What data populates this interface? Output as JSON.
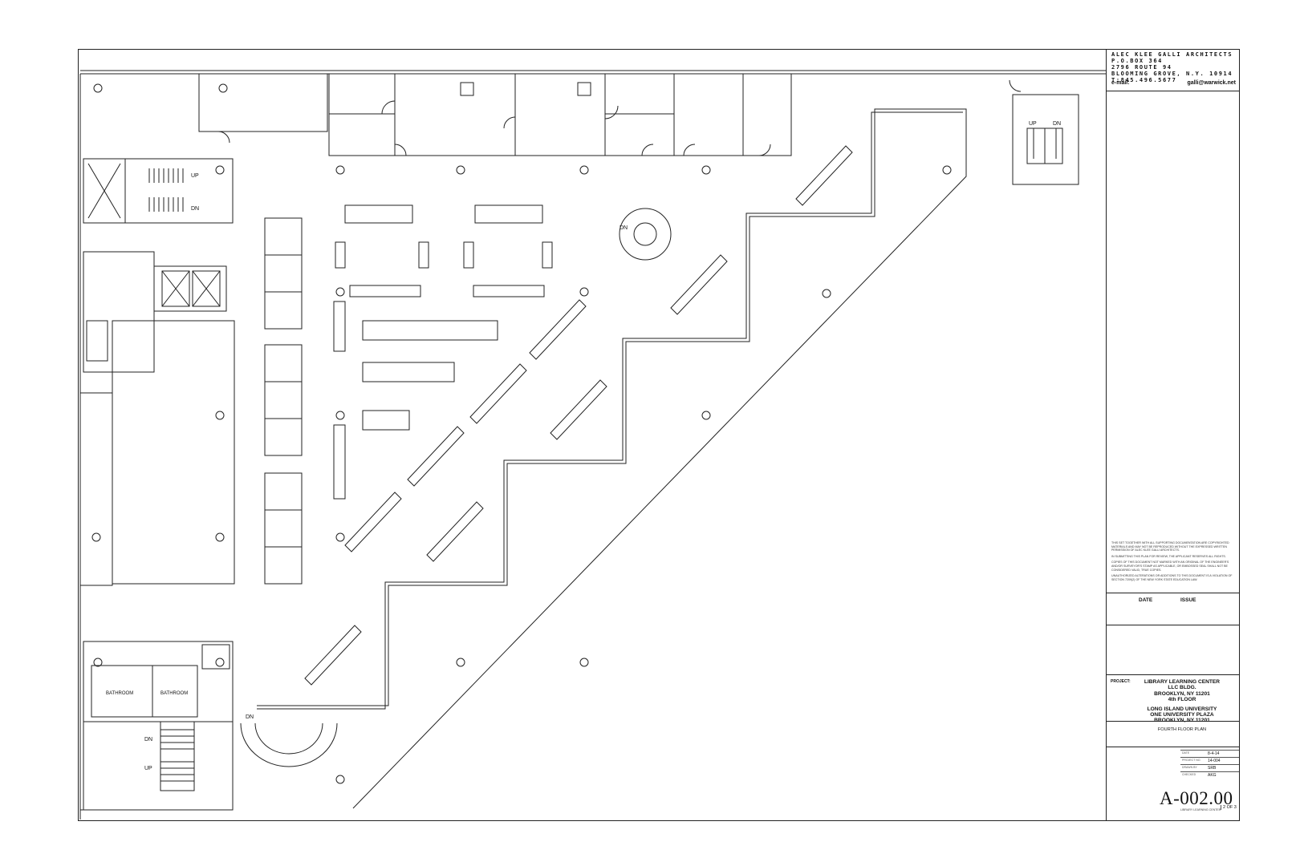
{
  "firm": {
    "name": "ALEC KLEE GALLI ARCHITECTS",
    "address": [
      "P.O.BOX 364",
      "2796 ROUTE 94",
      "BLOOMING GROVE, N.Y.   10914"
    ],
    "phone": "T:845.496.5677",
    "email_label": "e-mail:",
    "email": "galli@warwick.net"
  },
  "notes": [
    "THIS SET TOGETHER WITH ALL SUPPORTING DOCUMENTATION ARE COPYRIGHTED MATERIALS AND MAY NOT BE REPRODUCED WITHOUT THE EXPRESSED WRITTEN PERMISSION OF ALEC KLEE GALLI ARCHITECTS.",
    "IN SUBMITTING THIS PLAN FOR REVIEW, THE APPLICANT RESERVES ALL RIGHTS.",
    "COPIES OF THIS DOCUMENT NOT MARKED WITH AN ORIGINAL OF THE ENGINEER'S AND/OR SURVEYOR'S STAMP AS APPLICABLE, OR EMBOSSED SEAL SHALL NOT BE CONSIDERED VALID, TRUE COPIES.",
    "UNAUTHORIZED ALTERATIONS OR ADDITIONS TO THIS DOCUMENT IS A VIOLATION OF SECTION 7209(2) OF THE NEW YORK STATE EDUCATION LAW."
  ],
  "revisions": {
    "date_label": "DATE",
    "issue_label": "ISSUE"
  },
  "project": {
    "label": "PROJECT:",
    "lines": [
      "LIBRARY LEARNING CENTER",
      "LLC BLDG.",
      "BROOKLYN, NY 11201",
      "4th FLOOR"
    ],
    "client": [
      "LONG ISLAND UNIVERSITY",
      "ONE UNIVERSITY PLAZA",
      "BROOKLYN, NY  11201"
    ]
  },
  "sheet_title": "FOURTH FLOOR PLAN",
  "info": [
    {
      "key": "DATE",
      "value": "8-4-14"
    },
    {
      "key": "PROJECT NO.",
      "value": "14-004"
    },
    {
      "key": "DRAWN BY",
      "value": "SRB"
    },
    {
      "key": "CHECKED",
      "value": "AKG"
    }
  ],
  "sheet_number": "A-002.00",
  "footer_label": "LIBRARY LEARNING CENTER",
  "page": "2 OF 3",
  "plan_labels": {
    "up": "UP",
    "dn": "DN",
    "bathroom": "BATHROOM"
  }
}
